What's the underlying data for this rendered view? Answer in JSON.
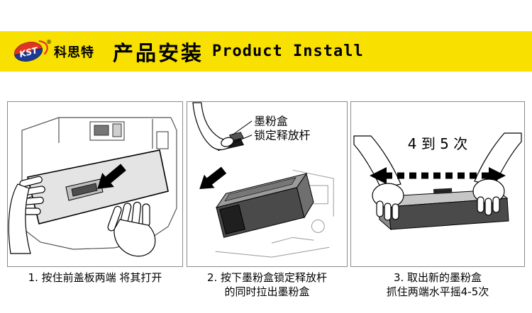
{
  "colors": {
    "banner_yellow": "#F8E100",
    "logo_red": "#E23424",
    "logo_blue": "#1E3A93"
  },
  "header": {
    "logo_text": "KST",
    "registered_mark": "®",
    "brand": "科思特",
    "title_cn": "产品安装",
    "title_en": "Product Install"
  },
  "steps": [
    {
      "captions": [
        "1. 按住前盖板两端  将其打开"
      ]
    },
    {
      "labels": {
        "toner": "墨粉盒",
        "lever": "锁定释放杆"
      },
      "captions": [
        "2. 按下墨粉盒锁定释放杆",
        "的同时拉出墨粉盒"
      ]
    },
    {
      "annotation": "4 到 5 次",
      "captions": [
        "3. 取出新的墨粉盒",
        "抓住两端水平摇4-5次"
      ]
    }
  ]
}
